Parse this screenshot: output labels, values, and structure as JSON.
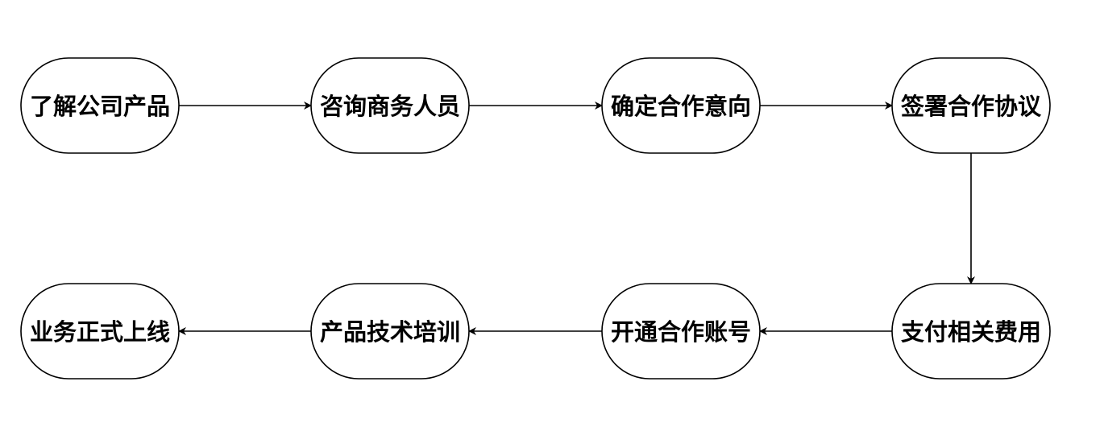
{
  "diagram": {
    "stroke_color": "#000000",
    "fill_color": "#ffffff",
    "nodes": [
      {
        "id": "n1",
        "label": "了解公司产品"
      },
      {
        "id": "n2",
        "label": "咨询商务人员"
      },
      {
        "id": "n3",
        "label": "确定合作意向"
      },
      {
        "id": "n4",
        "label": "签署合作协议"
      },
      {
        "id": "n5",
        "label": "支付相关费用"
      },
      {
        "id": "n6",
        "label": "开通合作账号"
      },
      {
        "id": "n7",
        "label": "产品技术培训"
      },
      {
        "id": "n8",
        "label": "业务正式上线"
      }
    ],
    "edges": [
      {
        "from": "n1",
        "to": "n2"
      },
      {
        "from": "n2",
        "to": "n3"
      },
      {
        "from": "n3",
        "to": "n4"
      },
      {
        "from": "n4",
        "to": "n5"
      },
      {
        "from": "n5",
        "to": "n6"
      },
      {
        "from": "n6",
        "to": "n7"
      },
      {
        "from": "n7",
        "to": "n8"
      }
    ]
  }
}
